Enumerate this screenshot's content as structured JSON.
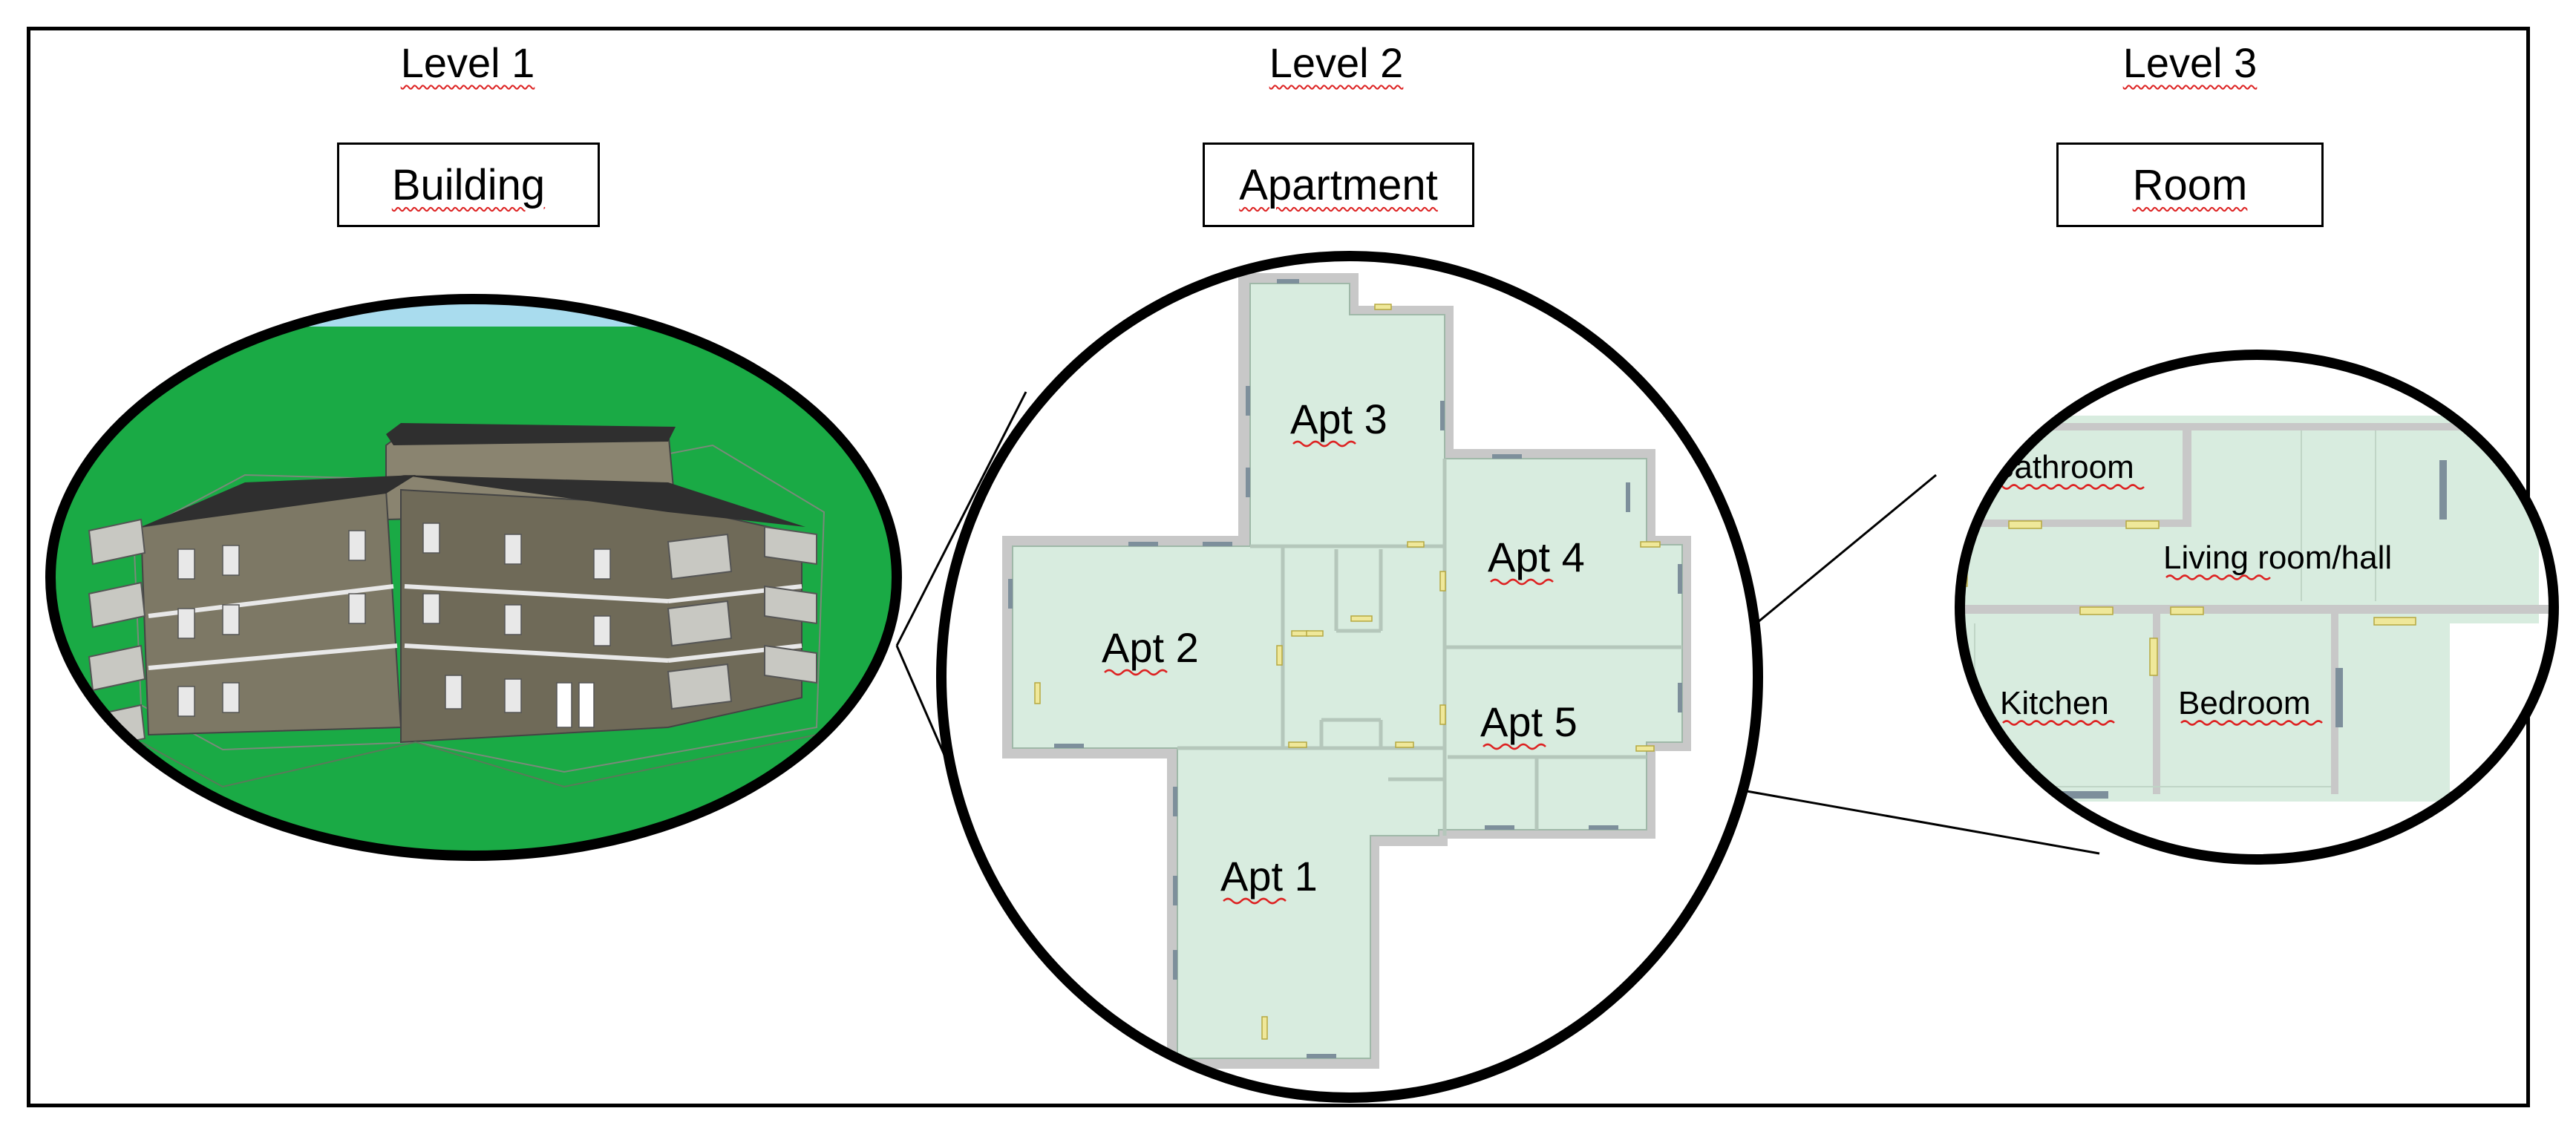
{
  "levels": [
    {
      "title": "Level 1",
      "name": "Building"
    },
    {
      "title": "Level 2",
      "name": "Apartment"
    },
    {
      "title": "Level 3",
      "name": "Room"
    }
  ],
  "apartments": [
    "Apt 1",
    "Apt 2",
    "Apt 3",
    "Apt 4",
    "Apt 5"
  ],
  "rooms": [
    "Bathroom",
    "Living room/hall",
    "Kitchen",
    "Bedroom"
  ],
  "colors": {
    "ground": "#1aaa45",
    "sky": "#a9dcee",
    "wall": "#7d7865",
    "roof": "#333333",
    "plan_floor": "#d8ecdf",
    "plan_wall": "#c8c8c8",
    "door": "#efe89a"
  }
}
